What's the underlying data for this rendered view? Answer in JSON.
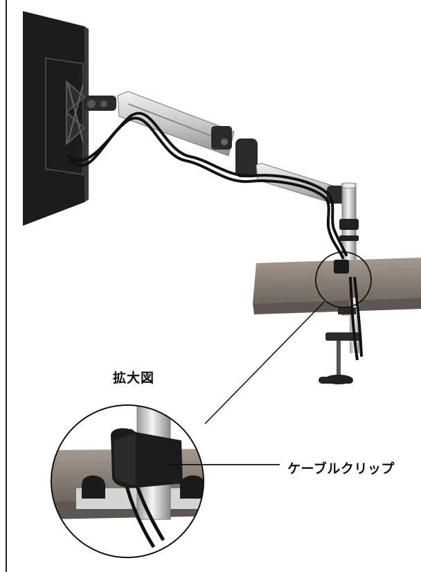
{
  "labels": {
    "zoom_view": "拡大図",
    "cable_clip": "ケーブルクリップ"
  },
  "colors": {
    "monitor": "#1c1c1c",
    "arm_silver": "#c9c9c9",
    "arm_dark": "#2a2a2a",
    "desk_wood": "#8a7e72",
    "cable": "#111111"
  },
  "icons": {
    "zoom_circle": "magnify-detail-circle",
    "clip": "cable-clip"
  }
}
